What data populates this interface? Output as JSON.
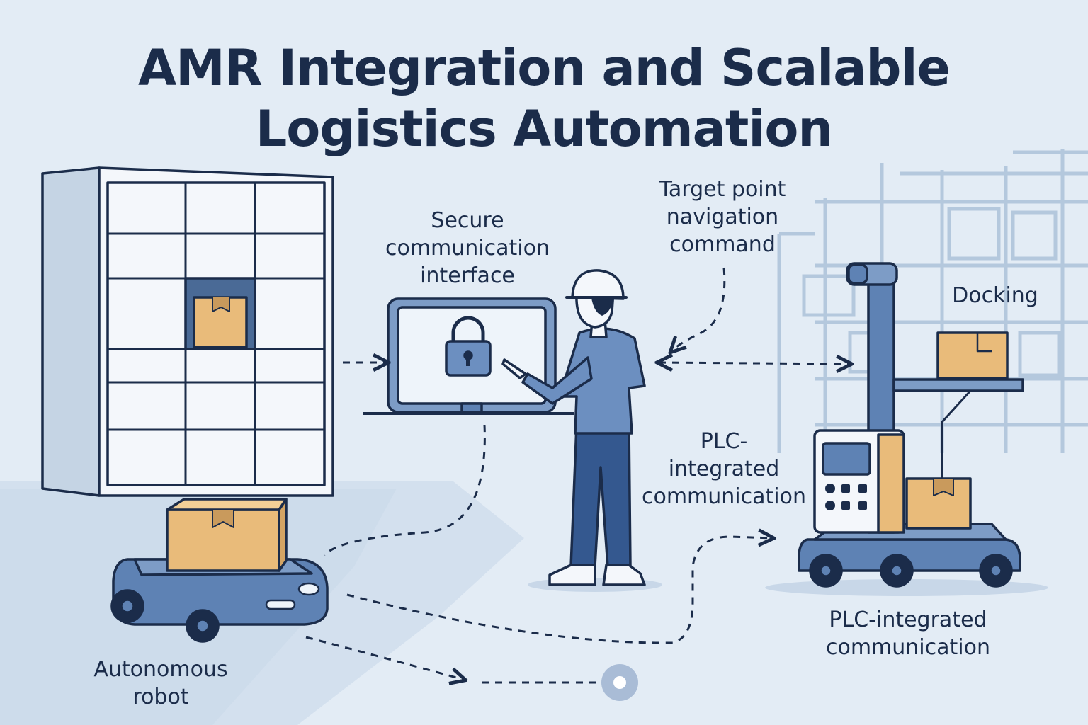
{
  "title": {
    "line1": "AMR Integration and Scalable",
    "line2": "Logistics Automation"
  },
  "labels": {
    "secure": [
      "Secure",
      "communication",
      "interface"
    ],
    "target": [
      "Target point",
      "navigation",
      "command"
    ],
    "docking": "Docking",
    "plc_middle": [
      "PLC-",
      "integrated",
      "communication"
    ],
    "plc_right": [
      "PLC-integrated",
      "communication"
    ],
    "robot": [
      "Autonomous",
      "robot"
    ]
  },
  "icons": {
    "locker": "parcel-locker-icon",
    "lock": "padlock-icon",
    "worker": "worker-icon",
    "amr": "autonomous-robot-icon",
    "lift": "lift-robot-icon",
    "target": "target-point-icon"
  },
  "colors": {
    "background": "#e3ecf5",
    "ink": "#1b2c4a",
    "robot_blue": "#5e82b4",
    "box": "#e9bb7a",
    "panel": "#eef4fa"
  }
}
